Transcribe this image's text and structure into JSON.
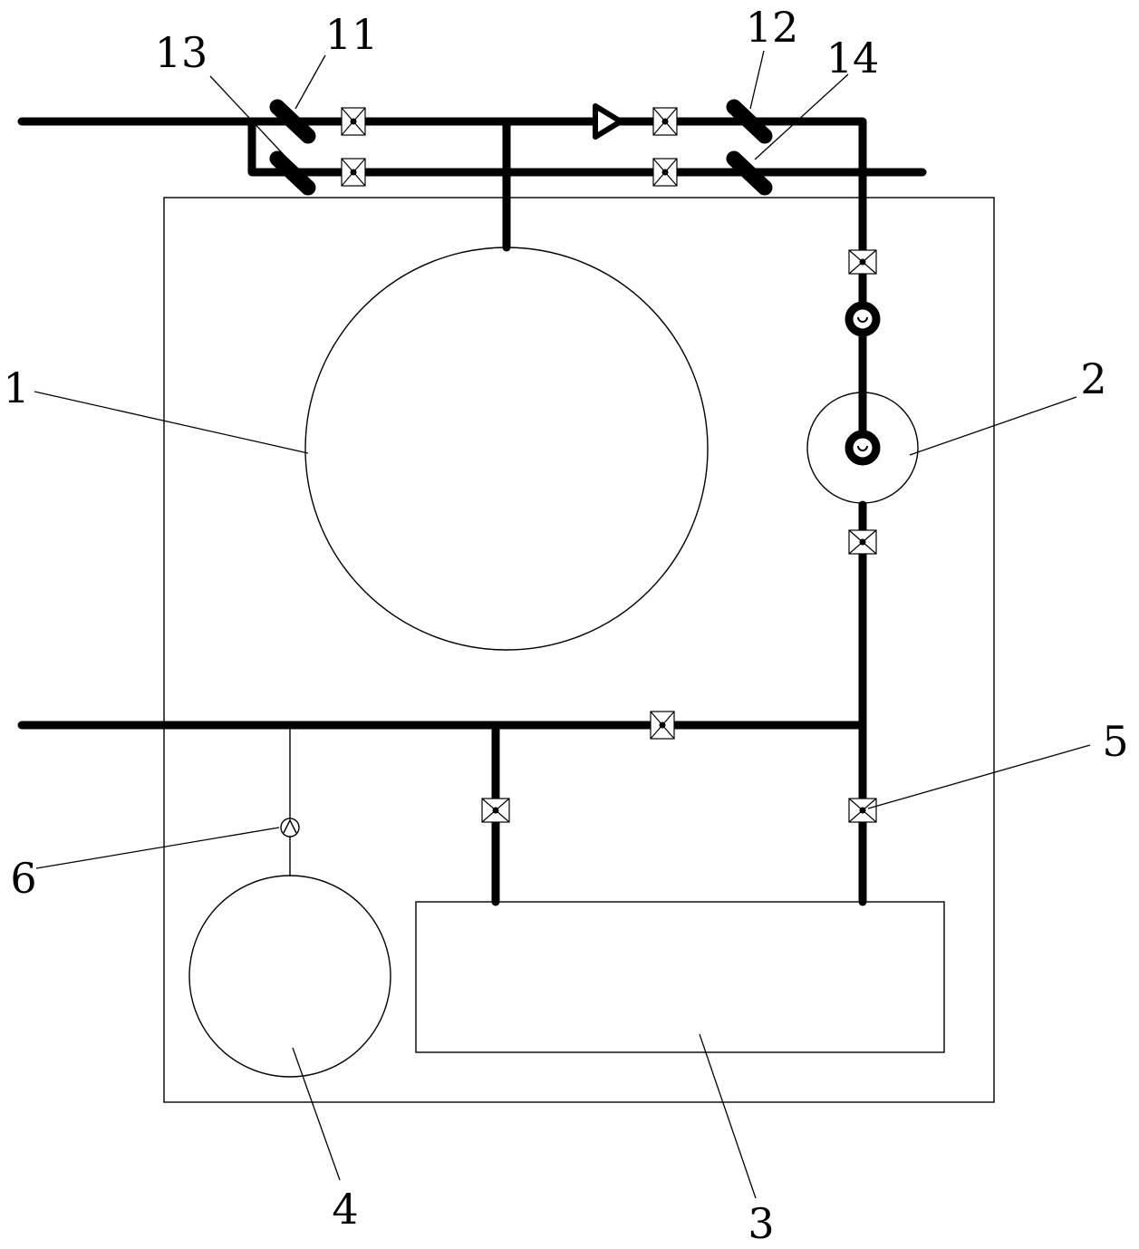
{
  "labels": {
    "l1": "1",
    "l2": "2",
    "l3": "3",
    "l4": "4",
    "l5": "5",
    "l6": "6",
    "l11": "11",
    "l12": "12",
    "l13": "13",
    "l14": "14"
  }
}
